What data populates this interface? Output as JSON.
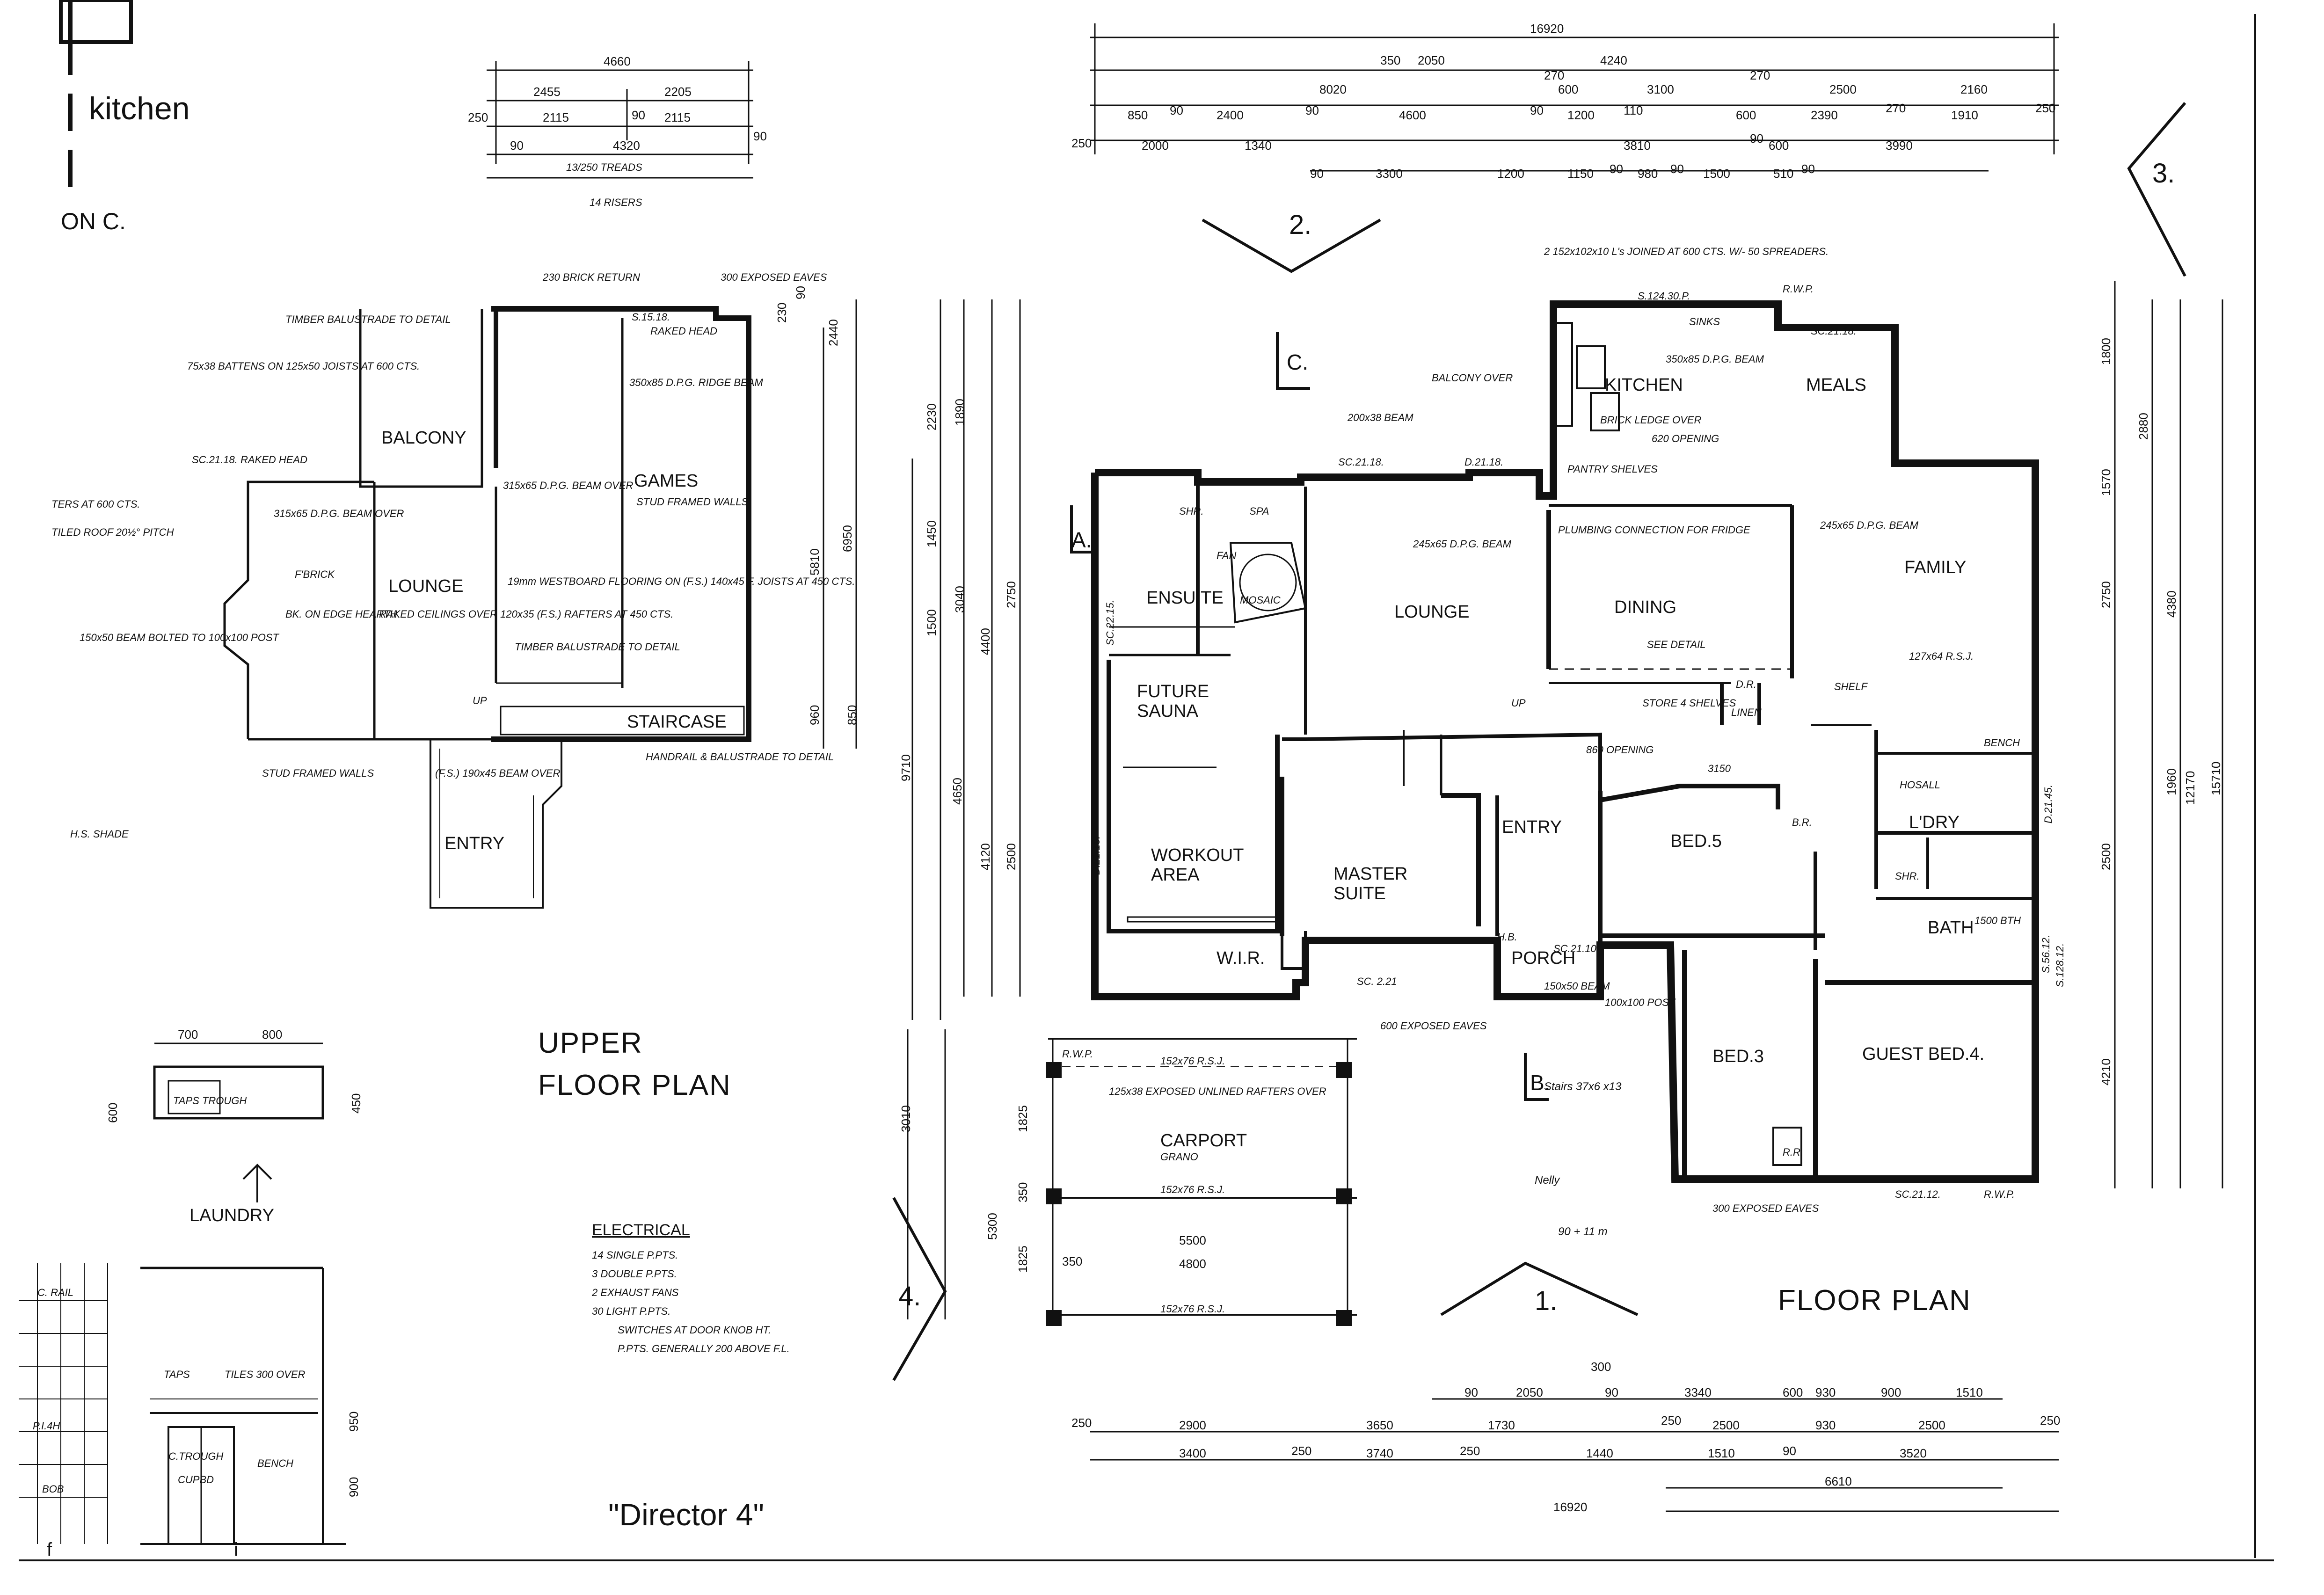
{
  "titles": {
    "upper_floor_plan_line1": "UPPER",
    "upper_floor_plan_line2": "FLOOR PLAN",
    "floor_plan": "FLOOR PLAN",
    "director": "\"Director 4\"",
    "laundry": "LAUNDRY",
    "kitchen_partial": "kitchen",
    "on_c": "ON C.",
    "sheet_marks": [
      "f",
      "i"
    ]
  },
  "section_markers": {
    "a": "A.",
    "b": "B.",
    "c": "C.",
    "n1": "1.",
    "n2": "2.",
    "n3": "3.",
    "n4": "4."
  },
  "upper_rooms": {
    "balcony": "BALCONY",
    "games": "GAMES",
    "lounge": "LOUNGE",
    "staircase": "STAIRCASE",
    "entry": "ENTRY",
    "fbrick": "F'BRICK",
    "up": "UP"
  },
  "upper_notes": {
    "timber_balustrade": "TIMBER BALUSTRADE TO DETAIL",
    "battens": "75x38 BATTENS ON 125x50 JOISTS AT 600 CTS.",
    "brick_return": "230 BRICK RETURN",
    "exposed_eaves": "300 EXPOSED EAVES",
    "sc_top": "S.15.18.",
    "raked_head_top": "RAKED HEAD",
    "ridge_beam": "350x85 D.P.G. RIDGE BEAM",
    "sc_raked": "SC.21.18. RAKED HEAD",
    "beam_over_1": "315x65 D.P.G. BEAM OVER",
    "beam_over_2": "315x65 D.P.G. BEAM OVER",
    "stud_walls": "STUD FRAMED WALLS",
    "flooring": "19mm WESTBOARD FLOORING ON (F.S.) 140x45 F. JOISTS AT 450 CTS.",
    "ceilings": "RAKED CEILINGS OVER 120x35 (F.S.) RAFTERS AT 450 CTS.",
    "timber_balustrade_2": "TIMBER BALUSTRADE TO DETAIL",
    "hearth": "BK. ON EDGE HEARTH",
    "tiles_roof": "TILED ROOF 20½° PITCH",
    "rafters": "TERS AT 600 CTS.",
    "beam_post": "150x50 BEAM BOLTED TO 100x100 POST",
    "stud_framed": "STUD FRAMED WALLS",
    "fs_beam": "(F.S.) 190x45 BEAM OVER",
    "handrail": "HANDRAIL & BALUSTRADE TO DETAIL",
    "hs_shade": "H.S. SHADE",
    "stairs": "13/250 TREADS",
    "risers": "14 RISERS"
  },
  "ground_rooms": {
    "ensuite": "ENSUITE",
    "spa": "SPA",
    "shr": "SHR.",
    "lounge": "LOUNGE",
    "kitchen": "KITCHEN",
    "meals": "MEALS",
    "dining": "DINING",
    "family": "FAMILY",
    "future_sauna": "FUTURE\nSAUNA",
    "workout_area": "WORKOUT\nAREA",
    "master_suite": "MASTER\nSUITE",
    "wir": "W.I.R.",
    "entry": "ENTRY",
    "porch": "PORCH",
    "bed5": "BED.5",
    "bed3": "BED.3",
    "guest_bed4": "GUEST BED.4.",
    "ldry": "L'DRY",
    "bath": "BATH",
    "shr2": "SHR.",
    "carport": "CARPORT",
    "linen": "LINEN",
    "shelf": "SHELF",
    "br": "B.R.",
    "rr": "R.R.",
    "dr": "D.R.",
    "up": "UP"
  },
  "ground_notes": {
    "spreaders": "2 152x102x10 L's JOINED AT 600 CTS. W/- 50 SPREADERS.",
    "sc_top": "S.124.30.P.",
    "sinks": "SINKS",
    "rwp": "R.W.P.",
    "sc_kitchen": "SC.21.18.",
    "beam_kitchen": "350x85 D.P.G. BEAM",
    "ledge": "BRICK LEDGE OVER",
    "opening_620": "620 OPENING",
    "pantry": "PANTRY SHELVES",
    "fridge": "PLUMBING CONNECTION FOR FRIDGE",
    "beam_lounge": "245x65 D.P.G. BEAM",
    "beam_family": "245x65 D.P.G. BEAM",
    "rsj_family": "127x64 R.S.J.",
    "balcony_over": "BALCONY OVER",
    "beam_200": "200x38 BEAM",
    "sc_2118": "SC.21.18.",
    "d_2118": "D.21.18.",
    "see_detail": "SEE DETAIL",
    "store": "STORE 4 SHELVES",
    "opening_860": "860 OPENING",
    "opening_3150": "3150",
    "mosaic": "MOSAIC",
    "sc_2215": "SC.22.15.",
    "d_2118_left": "D.21.18.",
    "fan": "FAN",
    "sc_221": "SC. 2.21",
    "hb": "H.B.",
    "sc_2110": "SC.21.10.",
    "beam_porch": "150x50 BEAM",
    "post": "100x100 POST",
    "eaves_600": "600 EXPOSED EAVES",
    "rafters_carport": "125x38 EXPOSED UNLINED RAFTERS OVER",
    "rsj_1": "152x76 R.S.J.",
    "rsj_2": "152x76 R.S.J.",
    "rsj_3": "152x76 R.S.J.",
    "grano": "GRANO",
    "eaves_300": "300 EXPOSED EAVES",
    "sc_2112": "SC.21.12.",
    "rwp_2": "R.W.P.",
    "bench": "BENCH",
    "hosall": "HOSALL",
    "bath_1500": "1500 BTH",
    "sc_5612": "S.56.12.",
    "sc_12812": "S.128.12.",
    "d_2145": "D.21.45.",
    "hand_1": "Stairs 37x6 x13",
    "hand_2": "Nelly",
    "hand_3": "90 + 11 m"
  },
  "laundry_notes": {
    "taps_trough": "TAPS TROUGH",
    "c_rail": "C. RAIL",
    "taps": "TAPS",
    "tiles": "TILES 300 OVER",
    "trough": "C.TROUGH",
    "cupbd": "CUPBD",
    "bench": "BENCH",
    "hi": "P.I.4H",
    "bob": "BOB"
  },
  "electrical": {
    "heading": "ELECTRICAL",
    "lines": [
      "14 SINGLE P.PTS.",
      "3 DOUBLE P.PTS.",
      "2 EXHAUST FANS",
      "30 LIGHT P.PTS.",
      "SWITCHES AT DOOR KNOB HT.",
      "P.PTS. GENERALLY 200 ABOVE F.L."
    ]
  },
  "dimensions": {
    "upper_top": [
      "4660",
      "2455",
      "2205",
      "250",
      "2115",
      "90",
      "2115",
      "90",
      "4320",
      "90"
    ],
    "top_row1": [
      "16920"
    ],
    "top_row2": [
      "350",
      "2050",
      "4240"
    ],
    "top_row3": [
      "8020",
      "270",
      "600",
      "3100",
      "270",
      "2500",
      "2160"
    ],
    "top_row4": [
      "850",
      "90",
      "2400",
      "90",
      "4600",
      "90",
      "1200",
      "110",
      "600",
      "2390",
      "270",
      "1910",
      "250"
    ],
    "top_row5": [
      "250",
      "2000",
      "1340",
      "3810",
      "90",
      "600",
      "3990"
    ],
    "top_row6": [
      "90",
      "3300",
      "1200",
      "1150",
      "90",
      "980",
      "90",
      "1500",
      "510",
      "90"
    ],
    "bottom_row1": [
      "90",
      "2050",
      "300",
      "90",
      "3340",
      "600",
      "930",
      "900",
      "1510"
    ],
    "bottom_row2": [
      "250",
      "2900",
      "3650",
      "1730",
      "250",
      "2500",
      "930",
      "2500",
      "250"
    ],
    "bottom_row3": [
      "3400",
      "250",
      "3740",
      "250",
      "1440",
      "1510",
      "90",
      "3520"
    ],
    "bottom_row4": [
      "6610"
    ],
    "bottom_row5": [
      "16920"
    ],
    "left_col": [
      "9710",
      "3010",
      "5810",
      "6950",
      "4400",
      "4650",
      "4120",
      "2500",
      "2230",
      "1890",
      "1450",
      "3040",
      "1500",
      "2750"
    ],
    "right_col": [
      "15710",
      "12170",
      "4210",
      "4380",
      "2880",
      "2750",
      "2500",
      "1960",
      "1570",
      "1800"
    ],
    "carport": [
      "5500",
      "4800",
      "5300",
      "1825",
      "350",
      "1825",
      "350"
    ],
    "laundry": [
      "700",
      "800",
      "600",
      "450"
    ],
    "laundry_side": [
      "950",
      "900"
    ],
    "upper_right": [
      "960",
      "850",
      "90"
    ],
    "upper_small": [
      "230",
      "2440"
    ]
  }
}
